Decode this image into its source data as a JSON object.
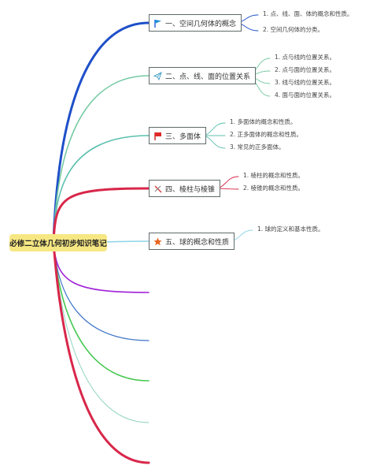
{
  "root": {
    "title": "必修二立体几何初步知识笔记"
  },
  "branches": [
    {
      "label": "一、空间几何体的概念",
      "icon": "blue-flag-icon",
      "color": "#1e4fc9",
      "items": [
        "1. 点、线、面、体的概念和性质。",
        "2. 空间几何体的分类。"
      ]
    },
    {
      "label": "二、点、线、面的位置关系",
      "icon": "paper-plane-icon",
      "color": "#74c9a2",
      "items": [
        "1. 点与线的位置关系。",
        "2. 点与面的位置关系。",
        "3. 线与线的位置关系。",
        "4. 面与面的位置关系。"
      ]
    },
    {
      "label": "三、多面体",
      "icon": "red-flag-icon",
      "color": "#5bbfae",
      "items": [
        "1. 多面体的概念和性质。",
        "2. 正多面体的概念和性质。",
        "3. 常见的正多面体。"
      ]
    },
    {
      "label": "四、棱柱与棱锥",
      "icon": "tools-icon",
      "color": "#d8274a",
      "items": [
        "1. 棱柱的概念和性质。",
        "2. 棱锥的概念和性质。"
      ]
    },
    {
      "label": "五、球的概念和性质",
      "icon": "star-icon",
      "color": "#8fd4e8",
      "items": [
        "1. 球的定义和基本性质。"
      ]
    }
  ],
  "empty_branch_colors": [
    "#a020d8",
    "#3a72c8",
    "#45c850",
    "#8fd4c0",
    "#d8274a"
  ]
}
